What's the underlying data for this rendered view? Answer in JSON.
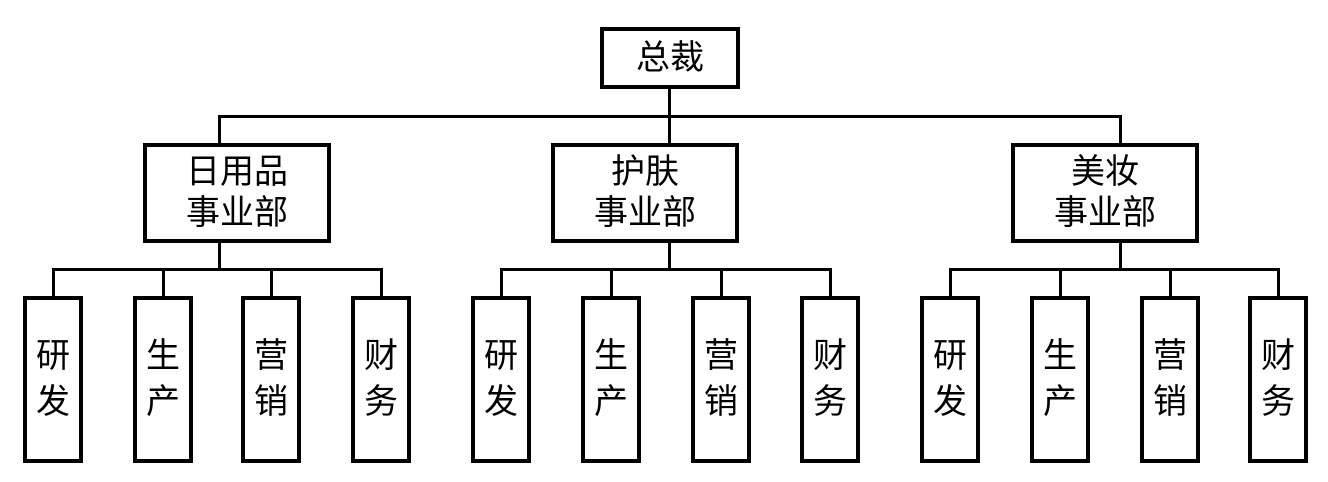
{
  "org_chart": {
    "root": {
      "label": "总裁"
    },
    "divisions": [
      {
        "label": "日用品\n事业部",
        "departments": [
          "研\n发",
          "生\n产",
          "营\n销",
          "财\n务"
        ]
      },
      {
        "label": "护肤\n事业部",
        "departments": [
          "研\n发",
          "生\n产",
          "营\n销",
          "财\n务"
        ]
      },
      {
        "label": "美妆\n事业部",
        "departments": [
          "研\n发",
          "生\n产",
          "营\n销",
          "财\n务"
        ]
      }
    ]
  }
}
